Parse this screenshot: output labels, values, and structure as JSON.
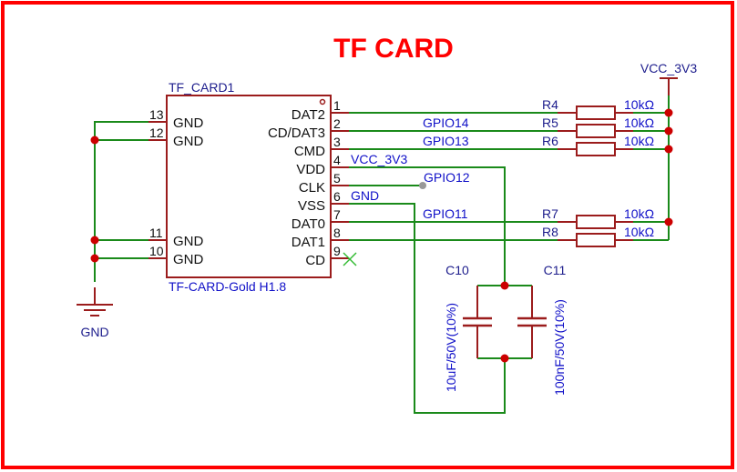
{
  "title": "TF CARD",
  "frame_color": "#ff0000",
  "wire_color": "#1a8a1a",
  "component_color": "#9b1c1c",
  "net_label_color": "#1010c8",
  "connector": {
    "designator": "TF_CARD1",
    "value": "TF-CARD-Gold H1.8",
    "left_pins": [
      {
        "num": "13",
        "name": "GND"
      },
      {
        "num": "12",
        "name": "GND"
      },
      {
        "num": "11",
        "name": "GND"
      },
      {
        "num": "10",
        "name": "GND"
      }
    ],
    "right_pins": [
      {
        "num": "1",
        "name": "DAT2"
      },
      {
        "num": "2",
        "name": "CD/DAT3"
      },
      {
        "num": "3",
        "name": "CMD"
      },
      {
        "num": "4",
        "name": "VDD"
      },
      {
        "num": "5",
        "name": "CLK"
      },
      {
        "num": "6",
        "name": "VSS"
      },
      {
        "num": "7",
        "name": "DAT0"
      },
      {
        "num": "8",
        "name": "DAT1"
      },
      {
        "num": "9",
        "name": "CD"
      }
    ]
  },
  "net_labels": {
    "gpio14": "GPIO14",
    "gpio13": "GPIO13",
    "vcc_pin4": "VCC_3V3",
    "gpio12": "GPIO12",
    "gnd_pin6": "GND",
    "gpio11": "GPIO11"
  },
  "power": {
    "vcc_label": "VCC_3V3",
    "gnd_label": "GND"
  },
  "resistors": [
    {
      "ref": "R4",
      "value": "10kΩ"
    },
    {
      "ref": "R5",
      "value": "10kΩ"
    },
    {
      "ref": "R6",
      "value": "10kΩ"
    },
    {
      "ref": "R7",
      "value": "10kΩ"
    },
    {
      "ref": "R8",
      "value": "10kΩ"
    }
  ],
  "capacitors": [
    {
      "ref": "C10",
      "value": "10uF/50V(10%)"
    },
    {
      "ref": "C11",
      "value": "100nF/50V(10%)"
    }
  ]
}
